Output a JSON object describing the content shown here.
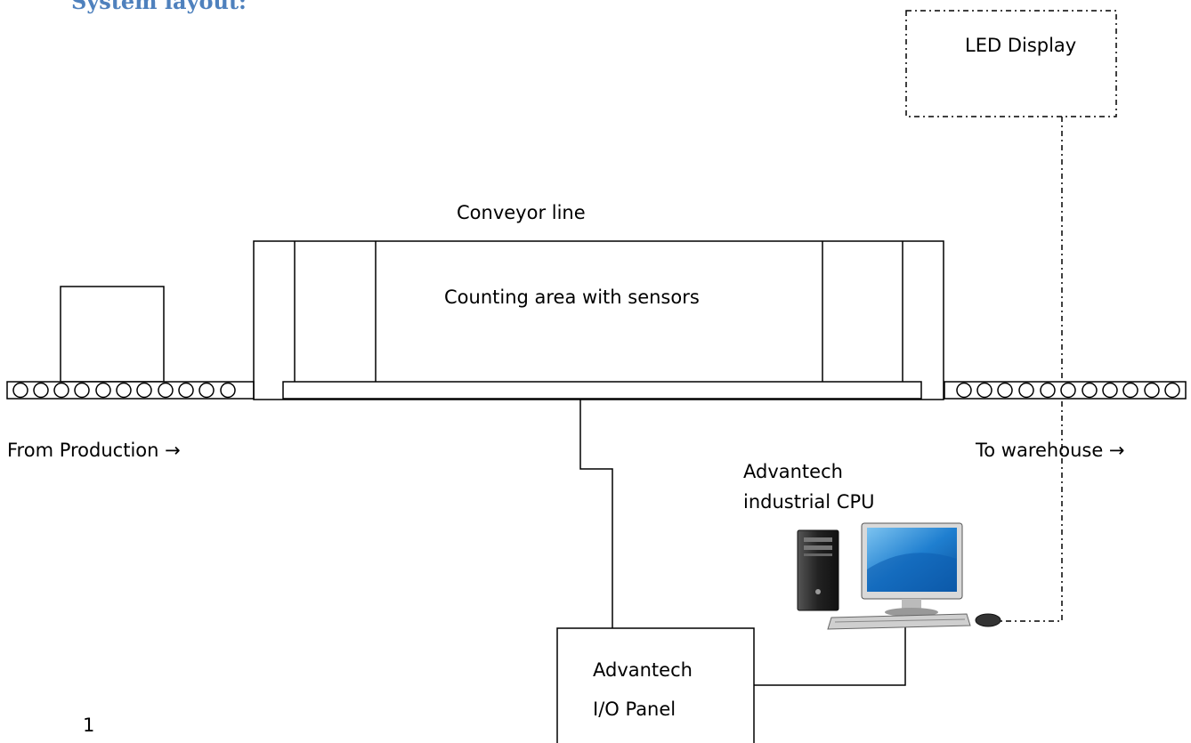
{
  "heading": "System layout:",
  "labels": {
    "led_display": "LED Display",
    "conveyor_line": "Conveyor line",
    "counting_area": "Counting area with sensors",
    "from_production": "From Production →",
    "to_warehouse": "To warehouse →",
    "cpu_line1": "Advantech",
    "cpu_line2": "industrial CPU",
    "io_line1": "Advantech",
    "io_line2": "I/O Panel",
    "page_number": "1"
  },
  "colors": {
    "heading": "#4f81bd",
    "stroke": "#000000",
    "screen": "#1f7fd0",
    "tower": "#2a2a2a"
  },
  "icons": [
    "computer-icon"
  ]
}
